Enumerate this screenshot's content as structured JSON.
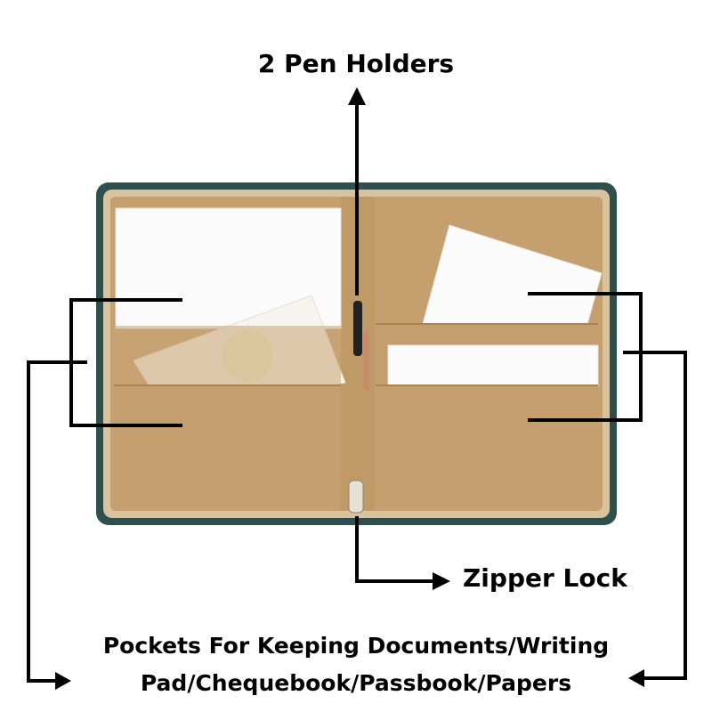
{
  "labels": {
    "pen_holders": "2 Pen Holders",
    "zipper_lock": "Zipper Lock",
    "pockets_line1": "Pockets For Keeping Documents/Writing",
    "pockets_line2": "Pad/Chequebook/Passbook/Papers"
  },
  "colors": {
    "case_border": "#2f4f4f",
    "lining": "#c59f6e",
    "pocket": "#c9a476",
    "zipper_tape": "#d8c3a0",
    "paper": "#fbfbfb",
    "arrow": "#000000"
  }
}
